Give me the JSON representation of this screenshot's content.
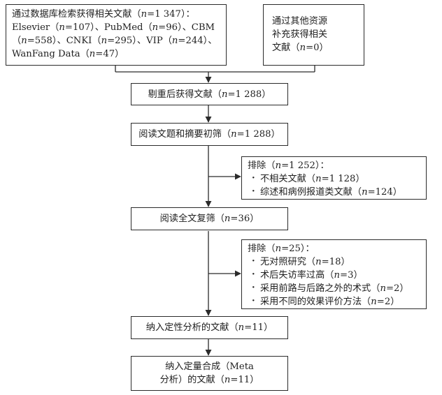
{
  "boxes": {
    "db_search": {
      "lines": [
        "通过数据库检索获得相关文献（n=1 347）：",
        "Elsevier（n=107）、PubMed（n=96）、CBM",
        "（n=558）、CNKI（n=295）、VIP（n=244）、",
        "WanFang Data（n=47）"
      ]
    },
    "other_sources": {
      "lines": [
        "通过其他资源",
        "补充获得相关",
        "文献（n=0）"
      ]
    },
    "dedup": {
      "text": "剔重后获得文献（n=1 288）"
    },
    "screen_title": {
      "text": "阅读文题和摘要初筛（n=1 288）"
    },
    "exclude1": {
      "title": "排除（n=1 252）：",
      "items": [
        "不相关文献（n=1 128）",
        "综述和病例报道类文献（n=124）"
      ]
    },
    "fulltext": {
      "text": "阅读全文复筛（n=36）"
    },
    "exclude2": {
      "title": "排除（n=25）：",
      "items": [
        "无对照研究（n=18）",
        "术后失访率过高（n=3）",
        "采用前路与后路之外的术式（n=2）",
        "采用不同的效果评价方法（n=2）"
      ]
    },
    "qualitative": {
      "text": "纳入定性分析的文献（n=11）"
    },
    "meta": {
      "lines": [
        "纳入定量合成（Meta",
        "分析）的文献（n=11）"
      ]
    }
  },
  "colors": {
    "stroke": "#2b2b2b",
    "text": "#1f1f1f"
  }
}
